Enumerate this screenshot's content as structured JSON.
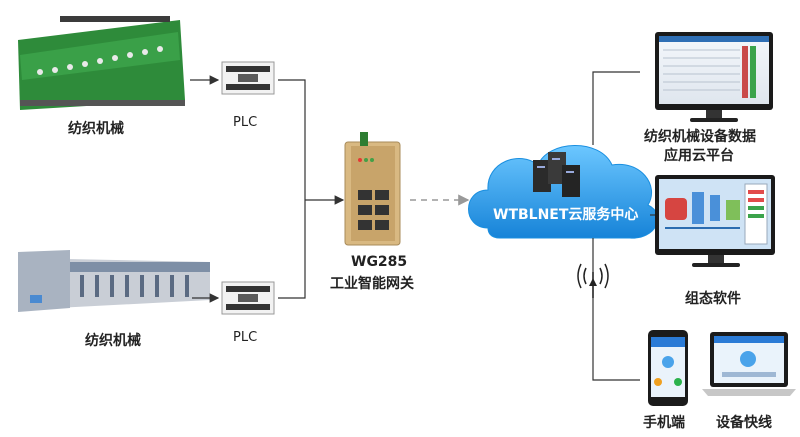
{
  "machines": [
    {
      "label": "纺织机械"
    },
    {
      "label": "纺织机械"
    }
  ],
  "plcs": [
    {
      "label": "PLC"
    },
    {
      "label": "PLC"
    }
  ],
  "gateway": {
    "model": "WG285",
    "name": "工业智能网关"
  },
  "cloud": {
    "label": "WTBLNET云服务中心"
  },
  "outputs": {
    "cloud_platform_line1": "纺织机械设备数据",
    "cloud_platform_line2": "应用云平台",
    "scada": "组态软件",
    "mobile": "手机端",
    "device_quicklink": "设备快线"
  },
  "colors": {
    "cloud_blue": "#1a8fe0",
    "cloud_light": "#4db6f5",
    "machine_green": "#2e8b3a",
    "line": "#333333",
    "dashed": "#999999"
  }
}
